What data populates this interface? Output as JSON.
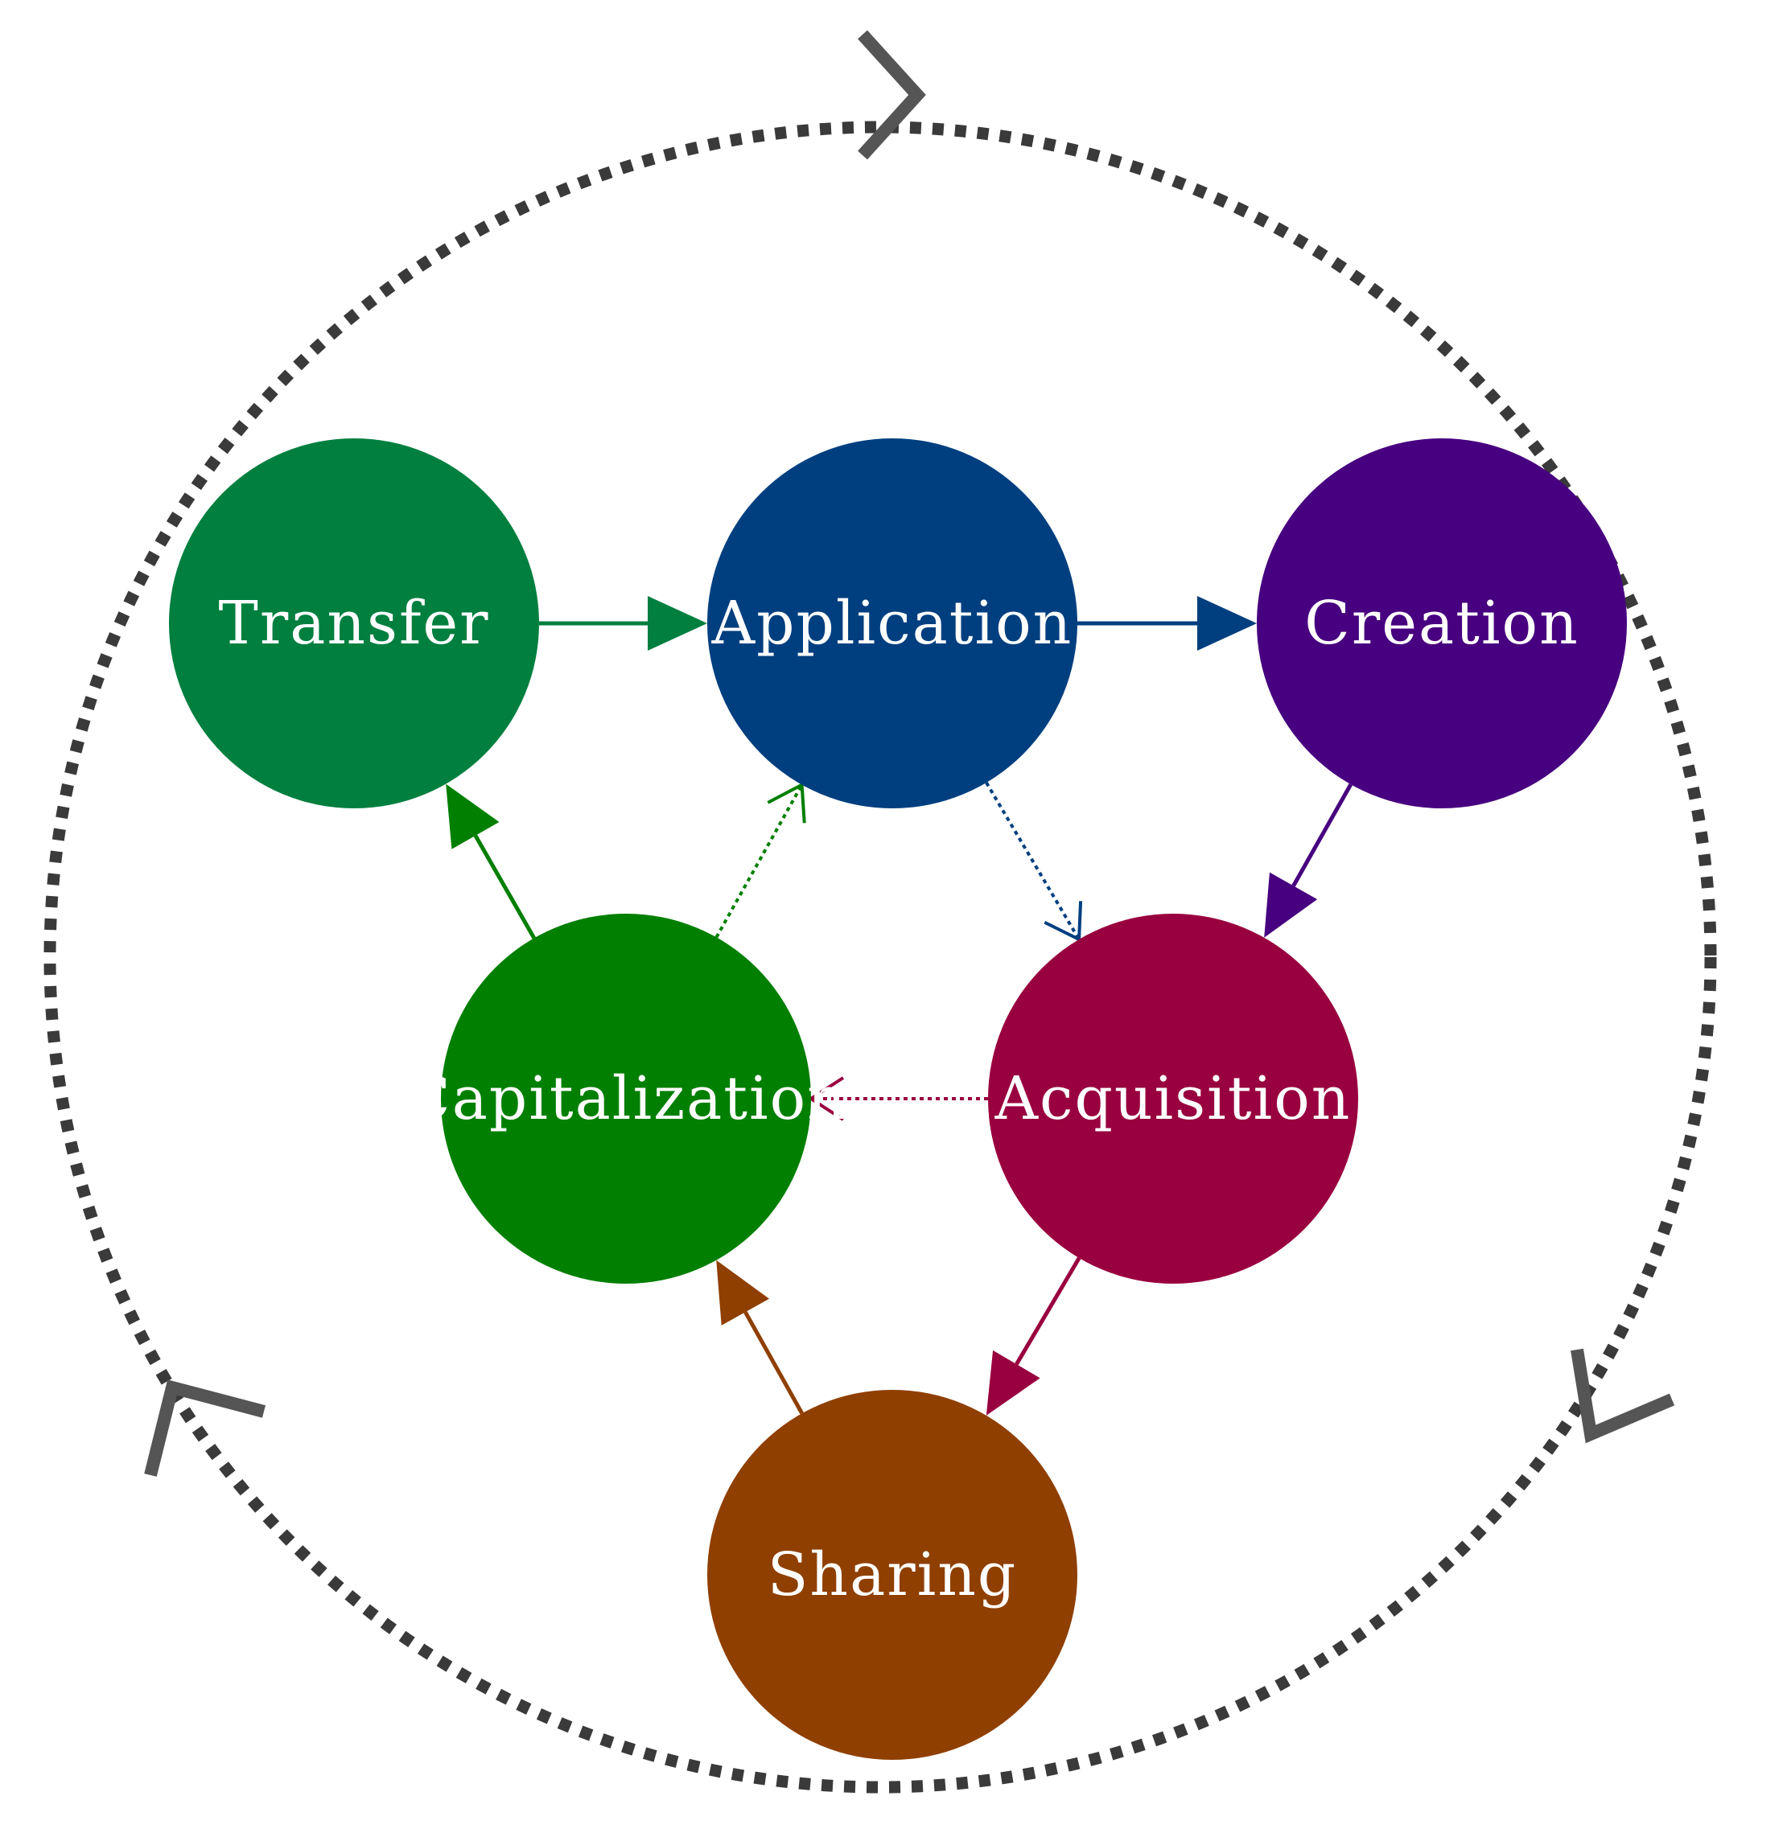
{
  "diagram": {
    "nodes": [
      {
        "id": "transfer",
        "label": "Transfer",
        "color": "#007f3f"
      },
      {
        "id": "application",
        "label": "Application",
        "color": "#003f7f"
      },
      {
        "id": "creation",
        "label": "Creation",
        "color": "#47007f"
      },
      {
        "id": "capitalization",
        "label": "Capitalization",
        "color": "#007f00"
      },
      {
        "id": "acquisition",
        "label": "Acquisition",
        "color": "#99003f"
      },
      {
        "id": "sharing",
        "label": "Sharing",
        "color": "#8f3f00"
      }
    ],
    "edges": [
      {
        "from": "transfer",
        "to": "application",
        "style": "solid",
        "color": "#007f3f"
      },
      {
        "from": "application",
        "to": "creation",
        "style": "solid",
        "color": "#003f7f"
      },
      {
        "from": "creation",
        "to": "acquisition",
        "style": "solid",
        "color": "#47007f"
      },
      {
        "from": "application",
        "to": "acquisition",
        "style": "dotted",
        "color": "#003f7f"
      },
      {
        "from": "acquisition",
        "to": "capitalization",
        "style": "dotted",
        "color": "#99003f"
      },
      {
        "from": "capitalization",
        "to": "application",
        "style": "dotted",
        "color": "#007f00"
      },
      {
        "from": "capitalization",
        "to": "transfer",
        "style": "solid",
        "color": "#007f00"
      },
      {
        "from": "acquisition",
        "to": "sharing",
        "style": "solid",
        "color": "#99003f"
      },
      {
        "from": "sharing",
        "to": "capitalization",
        "style": "solid",
        "color": "#8f3f00"
      }
    ],
    "outer_cycle": {
      "direction": "clockwise",
      "style": "dotted",
      "color": "#3a3a3a",
      "chevron_icon": "chevron-icon"
    }
  }
}
